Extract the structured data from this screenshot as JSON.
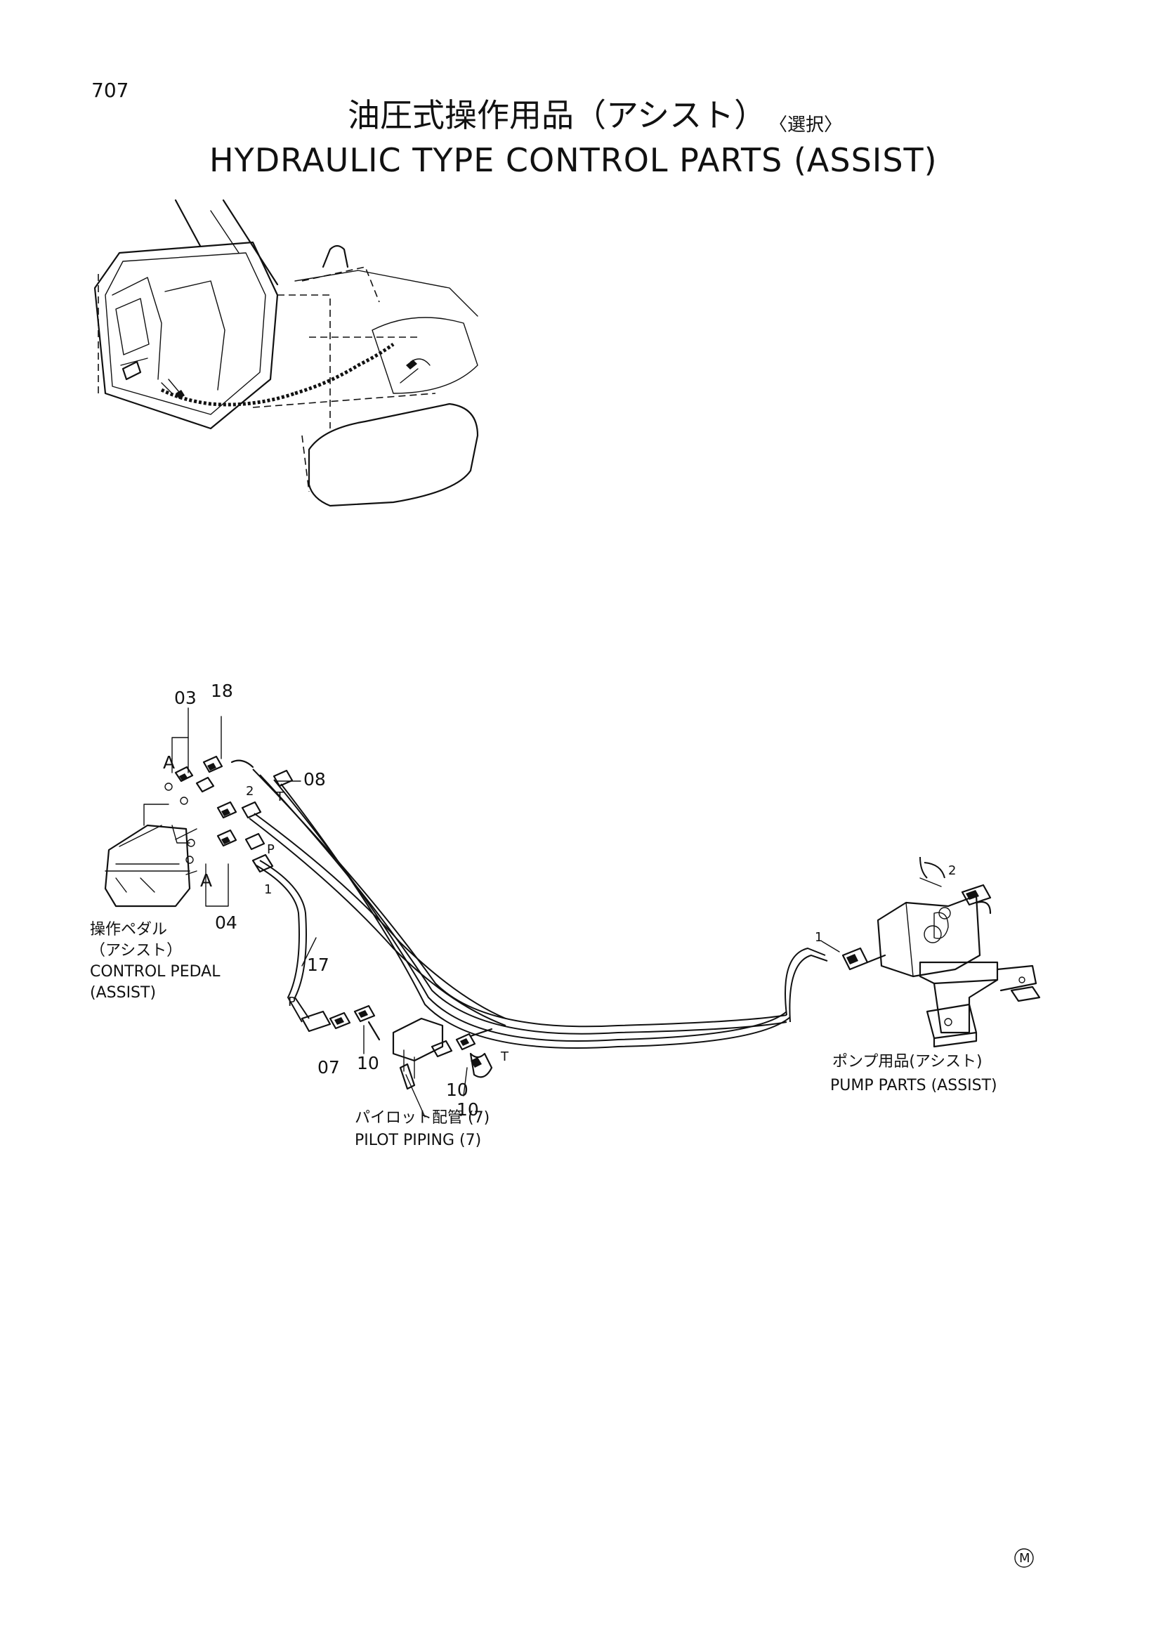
{
  "page_number": "707",
  "title_jp": "油圧式操作用品（アシスト）",
  "title_jp_suffix": "〈選択〉",
  "title_en": "HYDRAULIC TYPE CONTROL PARTS (ASSIST)",
  "callouts": {
    "c03": "03",
    "c18": "18",
    "c08": "08",
    "cA_top": "A",
    "cA_bottom": "A",
    "c04": "04",
    "c17": "17",
    "c07": "07",
    "c10a": "10",
    "c10b": "10",
    "c10c": "10"
  },
  "port_labels": {
    "p2_left": "2",
    "pT_top": "T",
    "pP_left": "P",
    "p1_left": "1",
    "pP_lower": "P",
    "pT_lower": "T",
    "p1_right": "1",
    "p2_right": "2"
  },
  "labels": {
    "pedal_jp_1": "操作ペダル",
    "pedal_jp_2": "（アシスト）",
    "pedal_en_1": "CONTROL  PEDAL",
    "pedal_en_2": "(ASSIST)",
    "pump_jp": "ポンプ用品(アシスト)",
    "pump_en": "PUMP  PARTS (ASSIST)",
    "pilot_jp": "パイロット配管 (7)",
    "pilot_en": "PILOT  PIPING  (7)"
  },
  "mark": "M"
}
